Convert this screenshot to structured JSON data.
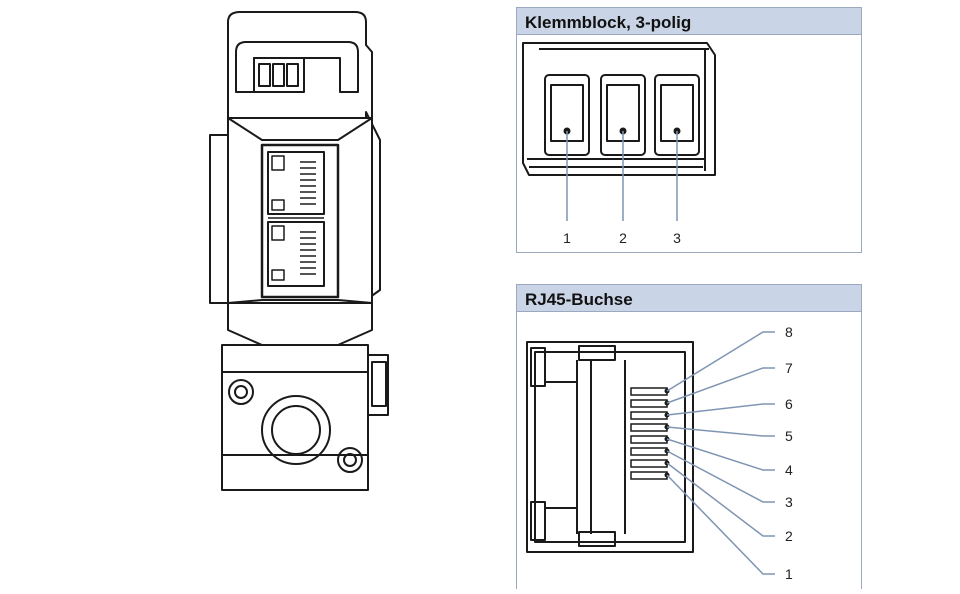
{
  "panels": {
    "terminal": {
      "title": "Klemmblock, 3-polig",
      "pins": [
        "1",
        "2",
        "3"
      ]
    },
    "rj45": {
      "title": "RJ45-Buchse",
      "pins": [
        "8",
        "7",
        "6",
        "5",
        "4",
        "3",
        "2",
        "1"
      ]
    }
  },
  "colors": {
    "header_bg": "#c9d5e6",
    "border": "#9aa9bf",
    "line": "#1a1a1a",
    "leader": "#7f95b3"
  }
}
